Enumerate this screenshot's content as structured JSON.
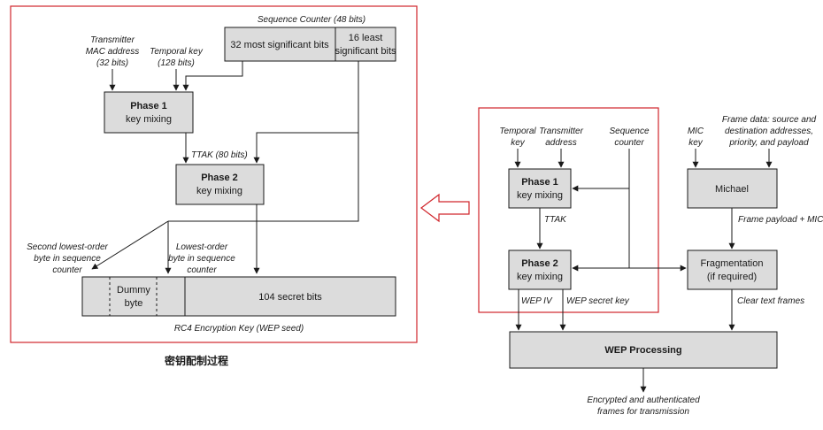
{
  "left_diagram": {
    "seq_counter_title": "Sequence Counter (48 bits)",
    "seq_32": "32 most significant bits",
    "seq_16_line1": "16 least",
    "seq_16_line2": "significant bits",
    "tx_mac_line1": "Transmitter",
    "tx_mac_line2": "MAC address",
    "tx_mac_line3": "(32 bits)",
    "temporal_key_line1": "Temporal key",
    "temporal_key_line2": "(128 bits)",
    "phase1_title": "Phase 1",
    "phase1_sub": "key mixing",
    "ttak": "TTAK (80 bits)",
    "phase2_title": "Phase 2",
    "phase2_sub": "key mixing",
    "second_lowest_line1": "Second lowest-order",
    "second_lowest_line2": "byte in sequence",
    "second_lowest_line3": "counter",
    "lowest_line1": "Lowest-order",
    "lowest_line2": "byte in sequence",
    "lowest_line3": "counter",
    "dummy_line1": "Dummy",
    "dummy_line2": "byte",
    "secret_bits": "104 secret bits",
    "rc4_caption": "RC4 Encryption Key (WEP seed)"
  },
  "caption": "密钥配制过程",
  "right_diagram": {
    "temporal_key_line1": "Temporal",
    "temporal_key_line2": "key",
    "tx_addr_line1": "Transmitter",
    "tx_addr_line2": "address",
    "seq_line1": "Sequence",
    "seq_line2": "counter",
    "mic_key_line1": "MIC",
    "mic_key_line2": "key",
    "frame_data_line1": "Frame data: source and",
    "frame_data_line2": "destination addresses,",
    "frame_data_line3": "priority, and payload",
    "phase1_title": "Phase 1",
    "phase1_sub": "key mixing",
    "ttak": "TTAK",
    "phase2_title": "Phase 2",
    "phase2_sub": "key mixing",
    "michael": "Michael",
    "frame_payload_mic": "Frame payload + MIC",
    "frag_line1": "Fragmentation",
    "frag_line2": "(if required)",
    "wep_iv": "WEP IV",
    "wep_secret_key": "WEP secret key",
    "clear_text": "Clear text frames",
    "wep_processing": "WEP Processing",
    "output_line1": "Encrypted and authenticated",
    "output_line2": "frames for transmission"
  },
  "colors": {
    "frame_border": "#d0262c",
    "box_fill": "#dcdcdc",
    "line": "#1a1a1a"
  },
  "icons": {
    "between_diagrams": "hollow-left-arrow-icon"
  }
}
